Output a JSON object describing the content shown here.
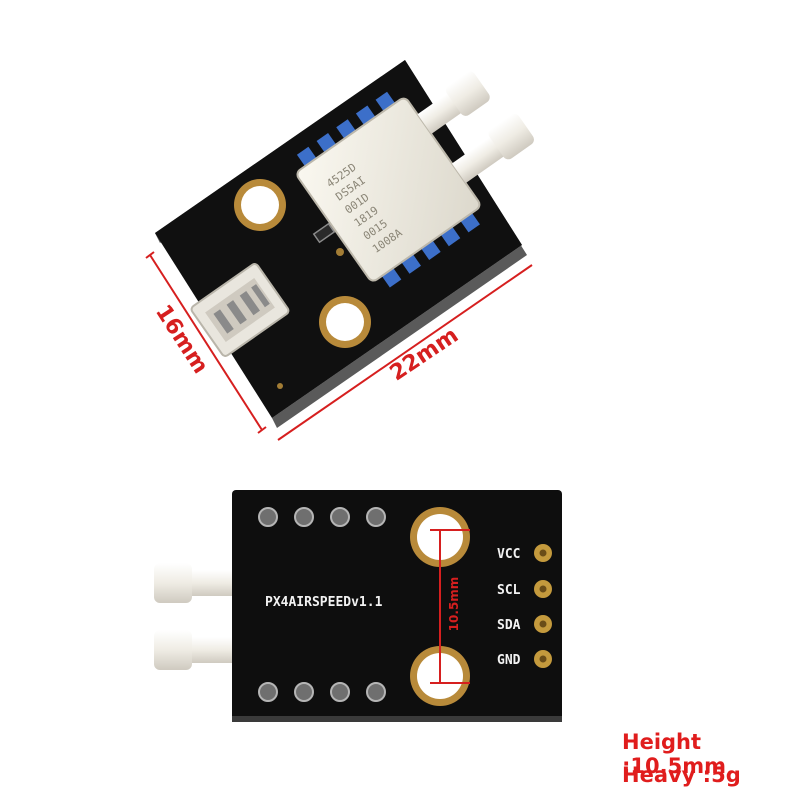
{
  "dimensions": {
    "width_label": "16mm",
    "length_label": "22mm",
    "hole_spacing_label": "10.5mm"
  },
  "sensor_chip": {
    "lines": [
      "4525D",
      "DS5AI",
      "001D",
      "1819",
      "0015",
      "1008A"
    ]
  },
  "board": {
    "title": "PX4AIRSPEEDv1.1",
    "pins": [
      "VCC",
      "SCL",
      "SDA",
      "GND"
    ]
  },
  "specs": {
    "height": "Height :10.5mm",
    "weight": "Heavy :5g"
  },
  "colors": {
    "dimension": "#d61f1f",
    "pcb": "#111111",
    "gold": "#c49a3d",
    "tube": "#f4f1ea"
  }
}
